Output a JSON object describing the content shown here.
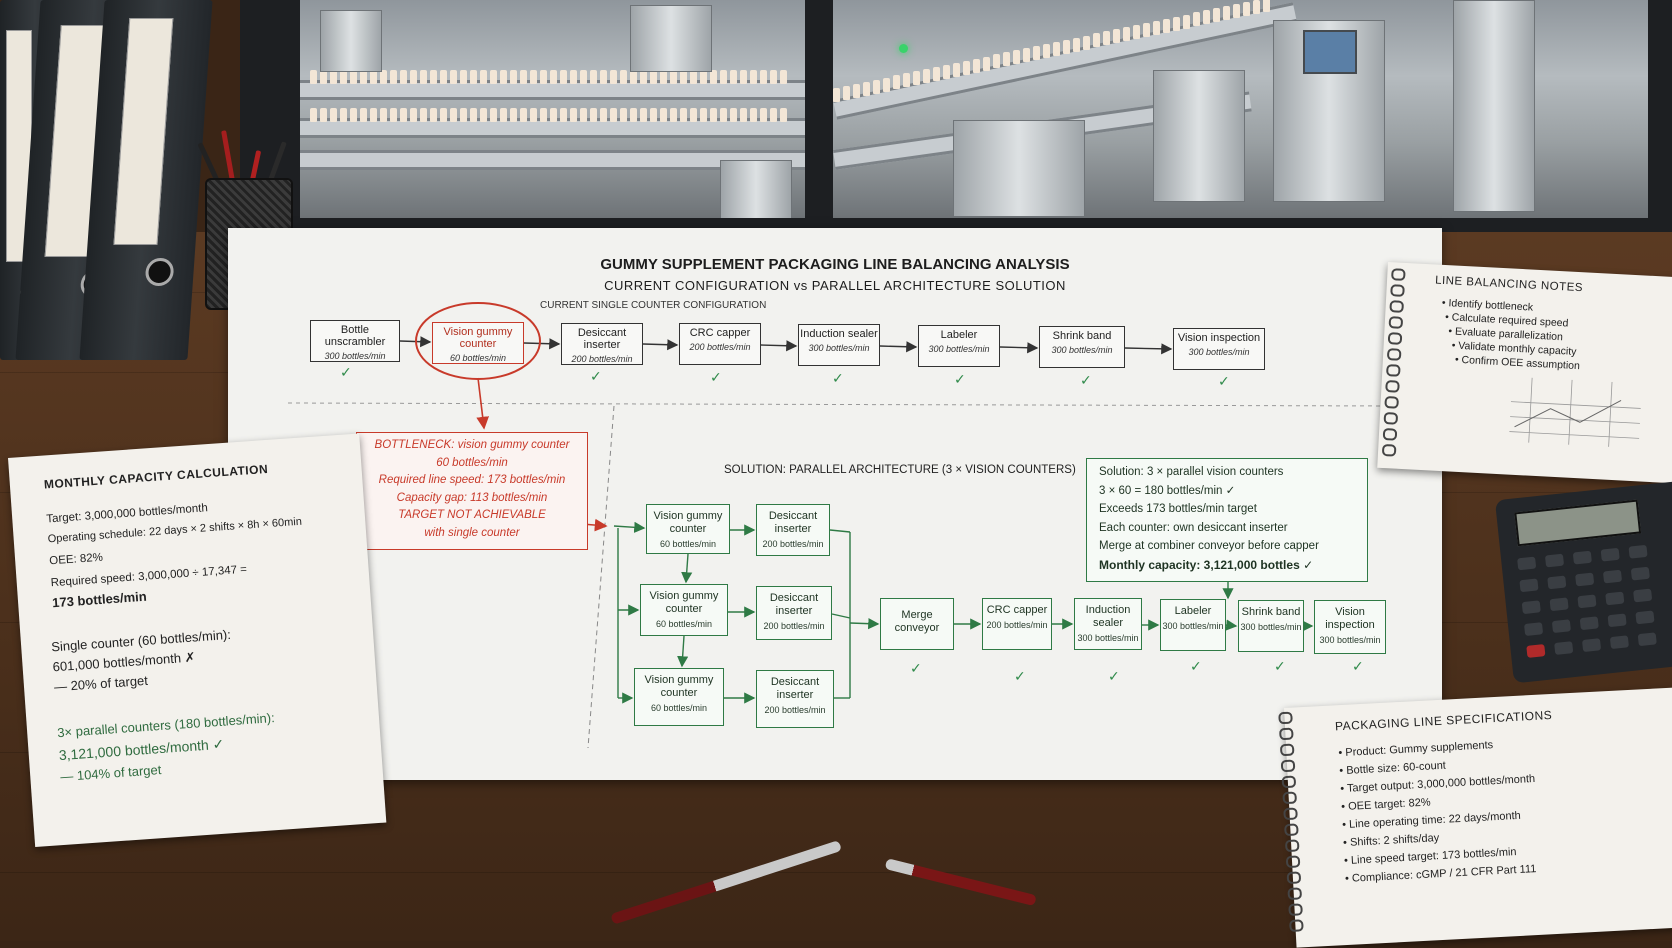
{
  "sheet": {
    "title": "GUMMY SUPPLEMENT PACKAGING LINE BALANCING ANALYSIS",
    "subtitle": "CURRENT CONFIGURATION vs PARALLEL ARCHITECTURE SOLUTION",
    "current_label": "CURRENT SINGLE COUNTER CONFIGURATION",
    "current_line": [
      {
        "name": "Bottle unscrambler",
        "rate": "300 bottles/min"
      },
      {
        "name": "Vision gummy counter",
        "rate": "60 bottles/min"
      },
      {
        "name": "Desiccant inserter",
        "rate": "200 bottles/min"
      },
      {
        "name": "CRC capper",
        "rate": "200 bottles/min"
      },
      {
        "name": "Induction sealer",
        "rate": "300 bottles/min"
      },
      {
        "name": "Labeler",
        "rate": "300 bottles/min"
      },
      {
        "name": "Shrink band",
        "rate": "300 bottles/min"
      },
      {
        "name": "Vision inspection",
        "rate": "300 bottles/min"
      }
    ],
    "bottleneck": {
      "lines": [
        "BOTTLENECK: vision gummy counter",
        "60 bottles/min",
        "Required line speed: 173 bottles/min",
        "Capacity gap: 113 bottles/min",
        "TARGET NOT ACHIEVABLE",
        "with single counter"
      ]
    },
    "solution_label": "SOLUTION: PARALLEL ARCHITECTURE (3 × VISION COUNTERS)",
    "parallel_counters": [
      {
        "name": "Vision gummy counter",
        "rate": "60 bottles/min"
      },
      {
        "name": "Vision gummy counter",
        "rate": "60 bottles/min"
      },
      {
        "name": "Vision gummy counter",
        "rate": "60 bottles/min"
      }
    ],
    "parallel_inserters": [
      {
        "name": "Desiccant inserter",
        "rate": "200 bottles/min"
      },
      {
        "name": "Desiccant inserter",
        "rate": "200 bottles/min"
      },
      {
        "name": "Desiccant inserter",
        "rate": "200 bottles/min"
      }
    ],
    "merge": {
      "name": "Merge conveyor"
    },
    "downstream": [
      {
        "name": "CRC capper",
        "rate": "200 bottles/min"
      },
      {
        "name": "Induction sealer",
        "rate": "300 bottles/min"
      },
      {
        "name": "Labeler",
        "rate": "300 bottles/min"
      },
      {
        "name": "Shrink band",
        "rate": "300 bottles/min"
      },
      {
        "name": "Vision inspection",
        "rate": "300 bottles/min"
      }
    ],
    "solution_box": [
      "Solution: 3 × parallel vision counters",
      "3 × 60 = 180 bottles/min ✓",
      "Exceeds 173 bottles/min target",
      "Each counter: own desiccant inserter",
      "Merge at combiner conveyor before capper",
      "Monthly capacity: 3,121,000 bottles ✓"
    ]
  },
  "calc_sheet": {
    "title": "MONTHLY CAPACITY CALCULATION",
    "lines": [
      "Target: 3,000,000 bottles/month",
      "Operating schedule: 22 days × 2 shifts × 8h × 60min",
      "OEE: 82%",
      "Required speed: 3,000,000 ÷ 17,347 =",
      "173 bottles/min"
    ],
    "single": [
      "Single counter (60 bottles/min):",
      "601,000 bottles/month ✗",
      "— 20% of target"
    ],
    "parallel": [
      "3× parallel counters (180 bottles/min):",
      "3,121,000 bottles/month ✓",
      "— 104% of target"
    ]
  },
  "notes": {
    "title": "LINE BALANCING NOTES",
    "items": [
      "Identify bottleneck",
      "Calculate required speed",
      "Evaluate parallelization",
      "Validate monthly capacity",
      "Confirm OEE assumption"
    ]
  },
  "specs": {
    "title": "PACKAGING LINE SPECIFICATIONS",
    "items": [
      "Product: Gummy supplements",
      "Bottle size: 60-count",
      "Target output: 3,000,000 bottles/month",
      "OEE target: 82%",
      "Line operating time: 22 days/month",
      "Shifts: 2 shifts/day",
      "Line speed target: 173 bottles/min",
      "Compliance: cGMP / 21 CFR Part 111"
    ]
  },
  "colors": {
    "green": "#2f7a45",
    "red": "#c83a2a",
    "ink": "#222222"
  }
}
